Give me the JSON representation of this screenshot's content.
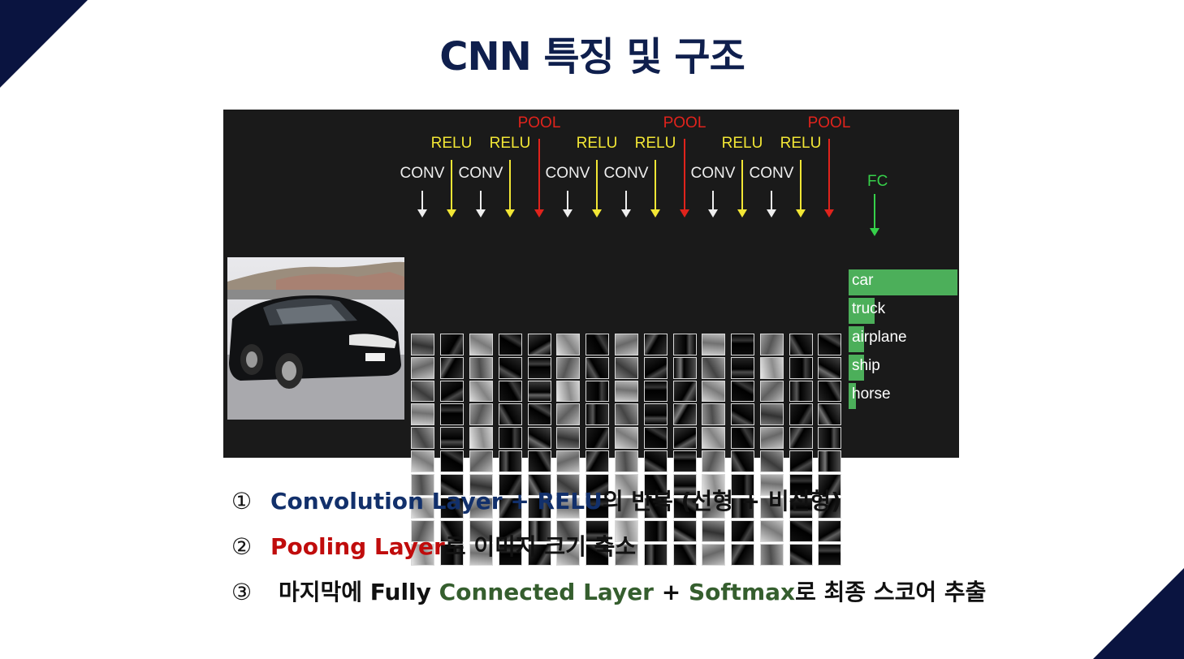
{
  "slide": {
    "title": "CNN 특징 및 구조"
  },
  "figure": {
    "top_labels": [
      {
        "text": "CONV"
      },
      {
        "text": "RELU"
      },
      {
        "text": "CONV"
      },
      {
        "text": "RELU"
      },
      {
        "text": "POOL"
      },
      {
        "text": "CONV"
      },
      {
        "text": "RELU"
      },
      {
        "text": "CONV"
      },
      {
        "text": "RELU"
      },
      {
        "text": "POOL"
      },
      {
        "text": "CONV"
      },
      {
        "text": "RELU"
      },
      {
        "text": "CONV"
      },
      {
        "text": "RELU"
      },
      {
        "text": "POOL"
      }
    ],
    "fc_label": "FC",
    "classes": [
      {
        "label": "car",
        "score": 1.0
      },
      {
        "label": "truck",
        "score": 0.24
      },
      {
        "label": "airplane",
        "score": 0.14
      },
      {
        "label": "ship",
        "score": 0.14
      },
      {
        "label": "horse",
        "score": 0.07
      }
    ]
  },
  "bullets": {
    "b1": {
      "num": "①",
      "p1": "Convolution Layer",
      "p2": " + ",
      "p3": "RELU",
      "p4": "의 반복 (선형 + 비선형)"
    },
    "b2": {
      "num": "②",
      "p1": "Pooling Layer",
      "p2": "로 이미지 크기 축소"
    },
    "b3": {
      "num": "③",
      "p1": "마지막에 Fully ",
      "p2": "Connected Layer",
      "p3": " + ",
      "p4": "Softmax",
      "p5": "로 최종 스코어 추출"
    }
  },
  "colors": {
    "title": "#0f1f4d",
    "corner": "#0a1440",
    "relu": "#f2e635",
    "pool": "#e0231c",
    "fc": "#36d04a",
    "bar": "#4caf5a"
  }
}
